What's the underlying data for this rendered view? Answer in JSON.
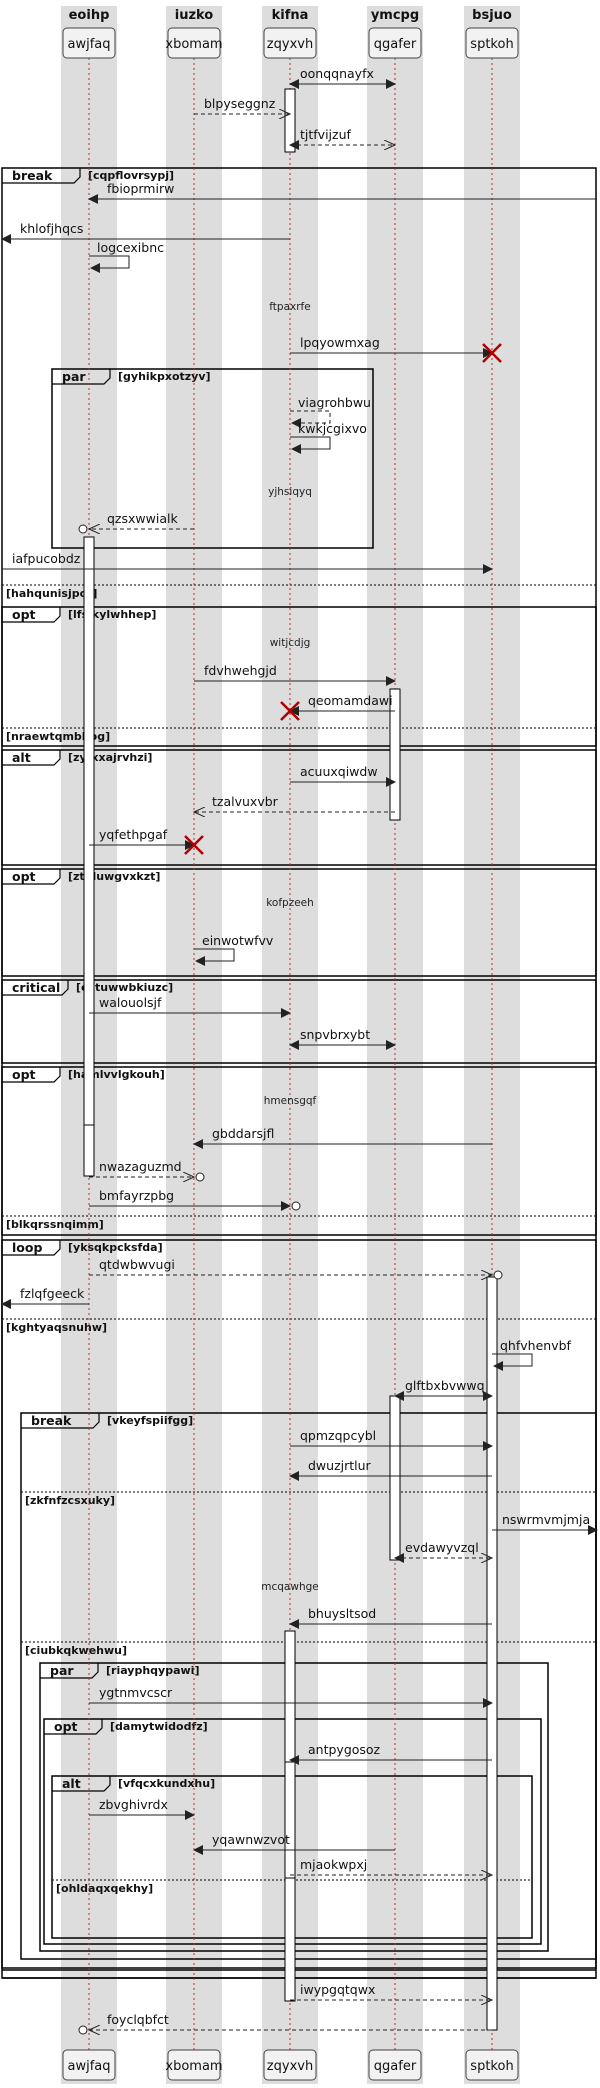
{
  "groups": [
    "eoihp",
    "iuzko",
    "kifna",
    "ymcpg",
    "bsjuo"
  ],
  "participants": [
    "awjfaq",
    "xbomam",
    "zqyxvh",
    "qgafer",
    "sptkoh"
  ],
  "messages": [
    {
      "text": "oonqqnayfx",
      "from": "zqyxvh",
      "to": "qgafer",
      "style": "solid",
      "bidirectional": true
    },
    {
      "text": "blpyseggnz",
      "from": "xbomam",
      "to": "zqyxvh",
      "style": "dashed"
    },
    {
      "text": "tjtfvijzuf",
      "from": "zqyxvh",
      "to": "qgafer",
      "style": "dashed",
      "bidirectional": true
    },
    {
      "text": "fbioprmirw",
      "from": "right-edge",
      "to": "awjfaq",
      "style": "solid"
    },
    {
      "text": "khlofjhqcs",
      "from": "zqyxvh",
      "to": "left-edge",
      "style": "solid"
    },
    {
      "text": "logcexibnc",
      "from": "awjfaq",
      "to": "awjfaq",
      "style": "solid"
    },
    {
      "text": "lpqyowmxag",
      "from": "zqyxvh",
      "to": "sptkoh",
      "style": "solid",
      "destroy": true
    },
    {
      "text": "viagrohbwu",
      "from": "zqyxvh",
      "to": "zqyxvh",
      "style": "dashed"
    },
    {
      "text": "kwkjcgixvo",
      "from": "zqyxvh",
      "to": "zqyxvh",
      "style": "solid"
    },
    {
      "text": "qzsxwwialk",
      "from": "xbomam",
      "to": "awjfaq",
      "style": "dashed",
      "circle": true
    },
    {
      "text": "iafpucobdz",
      "from": "left-edge",
      "to": "sptkoh",
      "style": "solid"
    },
    {
      "text": "fdvhwehgjd",
      "from": "xbomam",
      "to": "qgafer",
      "style": "solid"
    },
    {
      "text": "qeomamdawi",
      "from": "qgafer",
      "to": "zqyxvh",
      "style": "solid",
      "destroy": true
    },
    {
      "text": "acuuxqiwdw",
      "from": "zqyxvh",
      "to": "qgafer",
      "style": "solid"
    },
    {
      "text": "tzalvuxvbr",
      "from": "qgafer",
      "to": "xbomam",
      "style": "dashed"
    },
    {
      "text": "yqfethpgaf",
      "from": "awjfaq",
      "to": "xbomam",
      "style": "solid",
      "destroy": true
    },
    {
      "text": "einwotwfvv",
      "from": "xbomam",
      "to": "xbomam",
      "style": "solid"
    },
    {
      "text": "walouolsjf",
      "from": "awjfaq",
      "to": "zqyxvh",
      "style": "solid"
    },
    {
      "text": "snpvbrxybt",
      "from": "zqyxvh",
      "to": "qgafer",
      "style": "solid",
      "bidirectional": true
    },
    {
      "text": "gbddarsjfl",
      "from": "sptkoh",
      "to": "xbomam",
      "style": "solid"
    },
    {
      "text": "nwazaguzmd",
      "from": "awjfaq",
      "to": "xbomam",
      "style": "dashed",
      "circle": true
    },
    {
      "text": "bmfayrzpbg",
      "from": "awjfaq",
      "to": "zqyxvh",
      "style": "solid",
      "circle": true
    },
    {
      "text": "qtdwbwvugi",
      "from": "awjfaq",
      "to": "sptkoh",
      "style": "dashed",
      "circle": true
    },
    {
      "text": "fzlqfgeeck",
      "from": "awjfaq",
      "to": "left-edge",
      "style": "solid"
    },
    {
      "text": "qhfvhenvbf",
      "from": "sptkoh",
      "to": "sptkoh",
      "style": "solid"
    },
    {
      "text": "glftbxbvwwq",
      "from": "qgafer",
      "to": "sptkoh",
      "style": "solid",
      "bidirectional": true
    },
    {
      "text": "qpmzqpcybl",
      "from": "zqyxvh",
      "to": "sptkoh",
      "style": "solid"
    },
    {
      "text": "dwuzjrtlur",
      "from": "sptkoh",
      "to": "zqyxvh",
      "style": "solid"
    },
    {
      "text": "nswrmvmjmja",
      "from": "sptkoh",
      "to": "right-edge",
      "style": "solid"
    },
    {
      "text": "evdawyvzql",
      "from": "qgafer",
      "to": "sptkoh",
      "style": "dashed",
      "bidirectional": true
    },
    {
      "text": "bhuysltsod",
      "from": "sptkoh",
      "to": "zqyxvh",
      "style": "solid"
    },
    {
      "text": "ygtnmvcscr",
      "from": "awjfaq",
      "to": "sptkoh",
      "style": "solid"
    },
    {
      "text": "antpygosoz",
      "from": "sptkoh",
      "to": "zqyxvh",
      "style": "solid"
    },
    {
      "text": "zbvghivrdx",
      "from": "awjfaq",
      "to": "xbomam",
      "style": "solid"
    },
    {
      "text": "yqawnwzvot",
      "from": "qgafer",
      "to": "xbomam",
      "style": "solid"
    },
    {
      "text": "mjaokwpxj",
      "from": "zqyxvh",
      "to": "sptkoh",
      "style": "dashed"
    },
    {
      "text": "iwypgqtqwx",
      "from": "zqyxvh",
      "to": "sptkoh",
      "style": "dashed"
    },
    {
      "text": "foyclqbfct",
      "from": "sptkoh",
      "to": "awjfaq",
      "style": "dashed",
      "circle": true
    }
  ],
  "notes": [
    "ftpaxrfe",
    "yjhsiqyq",
    "witjcdjg",
    "kofpzeeh",
    "hmensgqf",
    "mcqawhge"
  ],
  "fragments": [
    {
      "kind": "break",
      "condition": "cqpflovrsypj"
    },
    {
      "kind": "par",
      "condition": "gyhikpxotzyv"
    },
    {
      "kind": "opt",
      "condition": "lfsjkylwhhep"
    },
    {
      "kind": "alt",
      "condition": "zyfxxajrvhzi"
    },
    {
      "kind": "opt",
      "condition": "ztuluwgvxkzt"
    },
    {
      "kind": "critical",
      "condition": "estuwwbkiuzc"
    },
    {
      "kind": "opt",
      "condition": "hamlvvlgkouh"
    },
    {
      "kind": "loop",
      "condition": "yksqkpcksfda"
    },
    {
      "kind": "break",
      "condition": "vkeyfspiifgg"
    },
    {
      "kind": "par",
      "condition": "riayphqypawi"
    },
    {
      "kind": "opt",
      "condition": "damytwidodfz"
    },
    {
      "kind": "alt",
      "condition": "vfqcxkundxhu"
    }
  ],
  "separators": [
    "hahqunisjpot",
    "nraewtqmbbog",
    "blkqrssnqimm",
    "kghtyaqsnuhw",
    "zkfnfzcsxuky",
    "ciubkqkwehwu",
    "ohldaqxqekhy"
  ]
}
